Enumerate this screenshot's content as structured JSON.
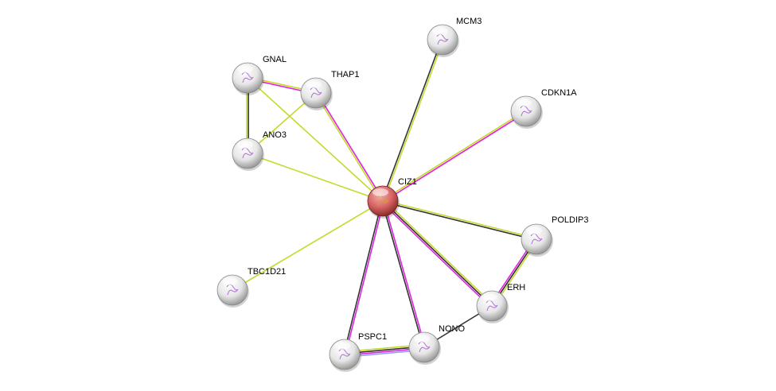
{
  "colors": {
    "textmining": "#c6d92a",
    "coexpression": "#333333",
    "experiments": "#e022e0",
    "homology": "#9a9aff",
    "query_node": "#d04848",
    "node": "#e8e8e8"
  },
  "nodes": [
    {
      "id": "CIZ1",
      "label": "CIZ1",
      "query": true
    },
    {
      "id": "MCM3",
      "label": "MCM3"
    },
    {
      "id": "CDKN1A",
      "label": "CDKN1A"
    },
    {
      "id": "POLDIP3",
      "label": "POLDIP3"
    },
    {
      "id": "ERH",
      "label": "ERH"
    },
    {
      "id": "NONO",
      "label": "NONO"
    },
    {
      "id": "PSPC1",
      "label": "PSPC1"
    },
    {
      "id": "TBC1D21",
      "label": "TBC1D21"
    },
    {
      "id": "ANO3",
      "label": "ANO3"
    },
    {
      "id": "GNAL",
      "label": "GNAL"
    },
    {
      "id": "THAP1",
      "label": "THAP1"
    }
  ],
  "edges": [
    {
      "a": "CIZ1",
      "b": "MCM3",
      "types": [
        "coexpression",
        "textmining"
      ]
    },
    {
      "a": "CIZ1",
      "b": "CDKN1A",
      "types": [
        "textmining",
        "experiments"
      ]
    },
    {
      "a": "CIZ1",
      "b": "POLDIP3",
      "types": [
        "textmining",
        "coexpression"
      ]
    },
    {
      "a": "CIZ1",
      "b": "ERH",
      "types": [
        "textmining",
        "coexpression",
        "experiments"
      ]
    },
    {
      "a": "CIZ1",
      "b": "NONO",
      "types": [
        "experiments",
        "coexpression"
      ]
    },
    {
      "a": "CIZ1",
      "b": "PSPC1",
      "types": [
        "experiments",
        "coexpression"
      ]
    },
    {
      "a": "CIZ1",
      "b": "TBC1D21",
      "types": [
        "textmining"
      ]
    },
    {
      "a": "CIZ1",
      "b": "ANO3",
      "types": [
        "textmining"
      ]
    },
    {
      "a": "CIZ1",
      "b": "GNAL",
      "types": [
        "textmining"
      ]
    },
    {
      "a": "CIZ1",
      "b": "THAP1",
      "types": [
        "textmining",
        "experiments"
      ]
    },
    {
      "a": "GNAL",
      "b": "THAP1",
      "types": [
        "textmining",
        "experiments"
      ]
    },
    {
      "a": "GNAL",
      "b": "ANO3",
      "types": [
        "coexpression",
        "textmining"
      ]
    },
    {
      "a": "ANO3",
      "b": "THAP1",
      "types": [
        "textmining"
      ]
    },
    {
      "a": "POLDIP3",
      "b": "ERH",
      "types": [
        "textmining",
        "coexpression",
        "experiments"
      ]
    },
    {
      "a": "ERH",
      "b": "NONO",
      "types": [
        "coexpression"
      ]
    },
    {
      "a": "PSPC1",
      "b": "NONO",
      "types": [
        "textmining",
        "coexpression",
        "experiments",
        "homology"
      ]
    }
  ]
}
